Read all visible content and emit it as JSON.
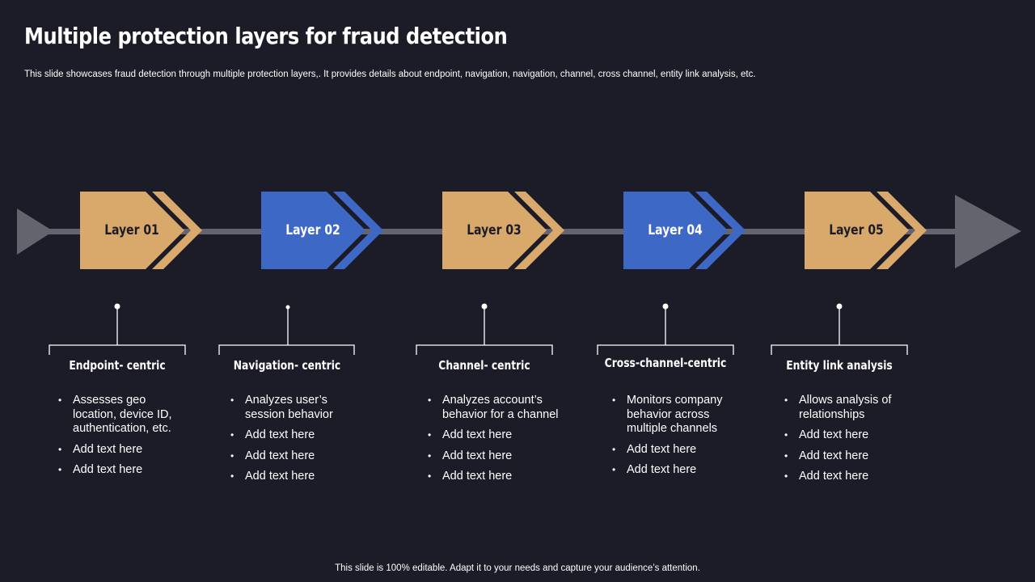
{
  "header": {
    "title": "Multiple protection layers for fraud detection",
    "subtitle": "This slide showcases fraud detection through multiple protection layers,. It provides details about endpoint, navigation, navigation, channel, cross channel, entity link analysis, etc."
  },
  "colors": {
    "background": "#1c1b28",
    "tan": "#d9a96c",
    "blue": "#3e68c6",
    "axis": "#64646e"
  },
  "layers": [
    {
      "label": "Layer 01",
      "color": "tan",
      "heading": "Endpoint- centric",
      "bullets": [
        "Assesses geo location, device ID, authentication, etc.",
        "Add text here",
        "Add text here"
      ]
    },
    {
      "label": "Layer 02",
      "color": "blue",
      "heading": "Navigation- centric",
      "bullets": [
        "Analyzes user’s session behavior",
        "Add text here",
        "Add text here",
        "Add text here"
      ]
    },
    {
      "label": "Layer 03",
      "color": "tan",
      "heading": "Channel- centric",
      "bullets": [
        "Analyzes account’s behavior for a channel",
        "Add text here",
        "Add text here",
        "Add text here"
      ]
    },
    {
      "label": "Layer 04",
      "color": "blue",
      "heading": "Cross-channel-centric",
      "bullets": [
        "Monitors company behavior across multiple channels",
        "Add text here",
        "Add text here"
      ]
    },
    {
      "label": "Layer 05",
      "color": "tan",
      "heading": "Entity link analysis",
      "bullets": [
        "Allows analysis of relationships",
        "Add text here",
        "Add text here",
        "Add text here"
      ]
    }
  ],
  "footer": {
    "text": "This slide is 100% editable. Adapt it to your needs and capture your audience’s attention."
  }
}
